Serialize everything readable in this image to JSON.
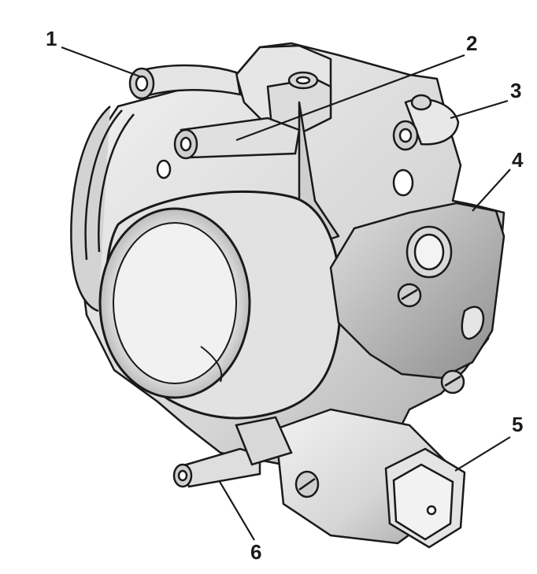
{
  "figure": {
    "background": "#ffffff",
    "ink_color": "#1a1a1a",
    "metal_shade": "#cfcfcf",
    "callouts": [
      {
        "id": "1",
        "label": "1"
      },
      {
        "id": "2",
        "label": "2"
      },
      {
        "id": "3",
        "label": "3"
      },
      {
        "id": "4",
        "label": "4"
      },
      {
        "id": "5",
        "label": "5"
      },
      {
        "id": "6",
        "label": "6"
      }
    ]
  }
}
